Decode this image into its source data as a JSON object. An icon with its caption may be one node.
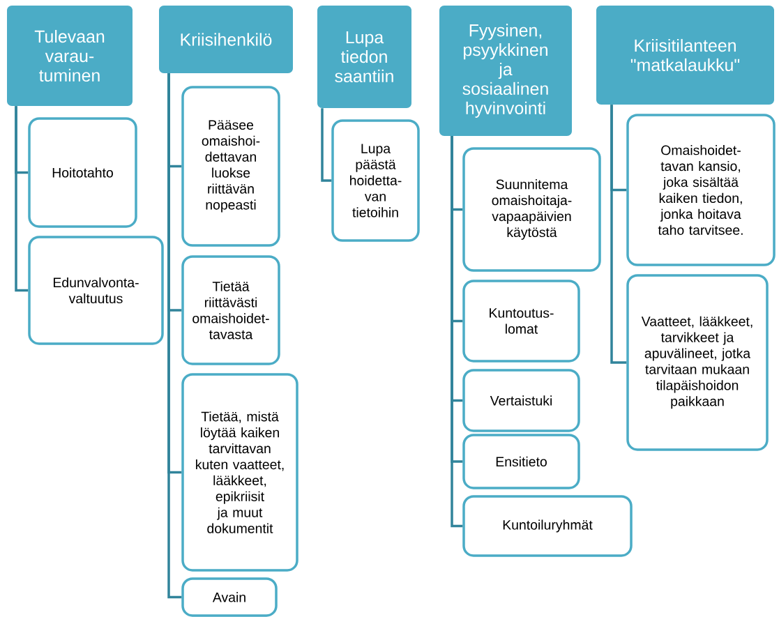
{
  "diagram": {
    "nodes": [
      {
        "text": [
          "Tulevaan varau-tuminen"
        ]
      },
      {
        "text": [
          "Hoitotahto"
        ]
      },
      {
        "text": [
          "Edunvalvonta-valtuutus"
        ]
      },
      {
        "text": [
          "Kriisihenkilö"
        ]
      },
      {
        "text": [
          "Pääsee omaishoi-dettavan luokse riittävän nopeasti"
        ]
      },
      {
        "text": [
          "Tietää riittävästi omaishoidet-tavasta"
        ]
      },
      {
        "text": [
          "Tietää, mistä löytää kaiken tarvittavan kuten vaatteet, lääkkeet, epikriisit ja muut dokumentit"
        ]
      },
      {
        "text": [
          "Avain"
        ]
      },
      {
        "text": [
          "Lupa tiedon saantiin"
        ]
      },
      {
        "text": [
          "Lupa päästä hoidetta-van tietoihin"
        ]
      },
      {
        "text": [
          "Fyysinen, psyykkinen ja sosiaalinen hyvinvointi"
        ]
      },
      {
        "text": [
          "Suunnitema omaishoitaja-vapaapäivien käytöstä"
        ]
      },
      {
        "text": [
          "Kuntoutus-lomat"
        ]
      },
      {
        "text": [
          "Vertaistuki"
        ]
      },
      {
        "text": [
          "Ensitieto"
        ]
      },
      {
        "text": [
          "Kuntoiluryhmät"
        ]
      },
      {
        "text": [
          "Kriisitilanteen \"matkalaukku\""
        ]
      },
      {
        "text": [
          "Omaishoidet-tavan kansio, joka sisältää kaiken tiedon, jonka hoitava taho tarvitsee."
        ]
      },
      {
        "text": [
          "Vaatteet, lääkkeet, tarvikkeet ja apuvälineet, jotka tarvitaan mukaan tilapäishoidon paikkaan"
        ]
      }
    ],
    "edges": [
      {
        "from": 0,
        "to": 1,
        "arrow": "none"
      },
      {
        "from": 0,
        "to": 2,
        "arrow": "none"
      },
      {
        "from": 3,
        "to": 4,
        "arrow": "none"
      },
      {
        "from": 3,
        "to": 5,
        "arrow": "none"
      },
      {
        "from": 3,
        "to": 6,
        "arrow": "none"
      },
      {
        "from": 3,
        "to": 7,
        "arrow": "none"
      },
      {
        "from": 8,
        "to": 9,
        "arrow": "none"
      },
      {
        "from": 10,
        "to": 11,
        "arrow": "none"
      },
      {
        "from": 10,
        "to": 12,
        "arrow": "none"
      },
      {
        "from": 10,
        "to": 13,
        "arrow": "none"
      },
      {
        "from": 10,
        "to": 14,
        "arrow": "none"
      },
      {
        "from": 10,
        "to": 15,
        "arrow": "none"
      },
      {
        "from": 16,
        "to": 17,
        "arrow": "none"
      },
      {
        "from": 16,
        "to": 18,
        "arrow": "none"
      }
    ]
  }
}
